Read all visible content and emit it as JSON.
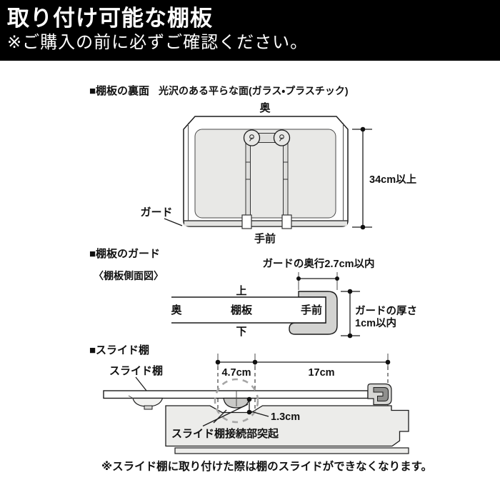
{
  "header": {
    "title": "取り付け可能な棚板",
    "subtitle": "※ご購入の前に必ずご確認ください。"
  },
  "sections": {
    "back": {
      "heading": "■棚板の裏面",
      "description": "光沢のある平らな面(ガラス・プラスチック)",
      "labels": {
        "rear": "奥",
        "front": "手前",
        "guard": "ガード"
      },
      "dimension_height": "34cm以上"
    },
    "guard": {
      "heading": "■棚板のガード",
      "subheading": "〈棚板側面図〉",
      "dim_depth": "ガードの奥行2.7cm以内",
      "labels": {
        "top": "上",
        "rear": "奥",
        "shelf": "棚板",
        "front": "手前",
        "bottom": "下"
      },
      "dim_thickness": [
        "ガードの厚さ",
        "1cm以内"
      ]
    },
    "slide": {
      "heading": "■スライド棚",
      "labels": {
        "slide_shelf": "スライド棚",
        "protrusion": "スライド棚接続部突起"
      },
      "dims": {
        "a": "4.7cm",
        "b": "17cm",
        "c": "1.3cm"
      },
      "note": "※スライド棚に取り付けた際は棚のスライドができなくなります。"
    }
  },
  "colors": {
    "header_bg": "#000000",
    "header_text": "#ffffff",
    "line": "#1c1c1c",
    "fill_light": "#e8e8e6",
    "fill_mid": "#d3d3d1",
    "fill_base": "#ececea",
    "fill_cup": "#c9c9c7",
    "fill_hook_dark": "#8f8f8d",
    "dash_gray": "#a5a5a5"
  }
}
